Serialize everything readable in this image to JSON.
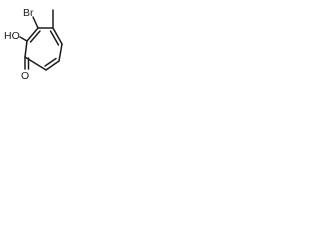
{
  "molecule": {
    "atoms": {
      "bromine": "Br",
      "hydroxyl": "HO",
      "carbonyl_oxygen": "O"
    },
    "colors": {
      "bond": "#1a1a1a",
      "label": "#1a1a1a",
      "background": "#ffffff"
    }
  }
}
